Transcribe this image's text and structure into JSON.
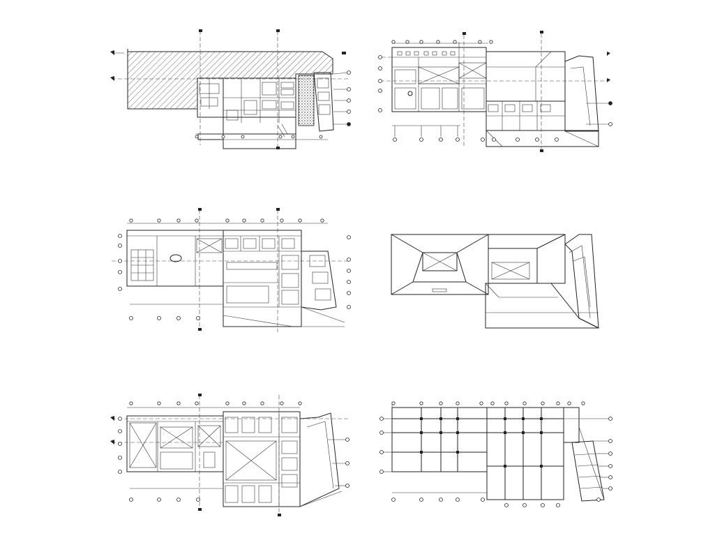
{
  "sheet": {
    "background": "#ffffff",
    "line_color": "#222222"
  },
  "drawings": [
    {
      "id": "ground-floor-site-plan"
    },
    {
      "id": "first-floor-plan-with-roof"
    },
    {
      "id": "ground-floor-plan"
    },
    {
      "id": "roof-plan"
    },
    {
      "id": "upper-floor-plan"
    },
    {
      "id": "structural-grid-plan"
    }
  ]
}
